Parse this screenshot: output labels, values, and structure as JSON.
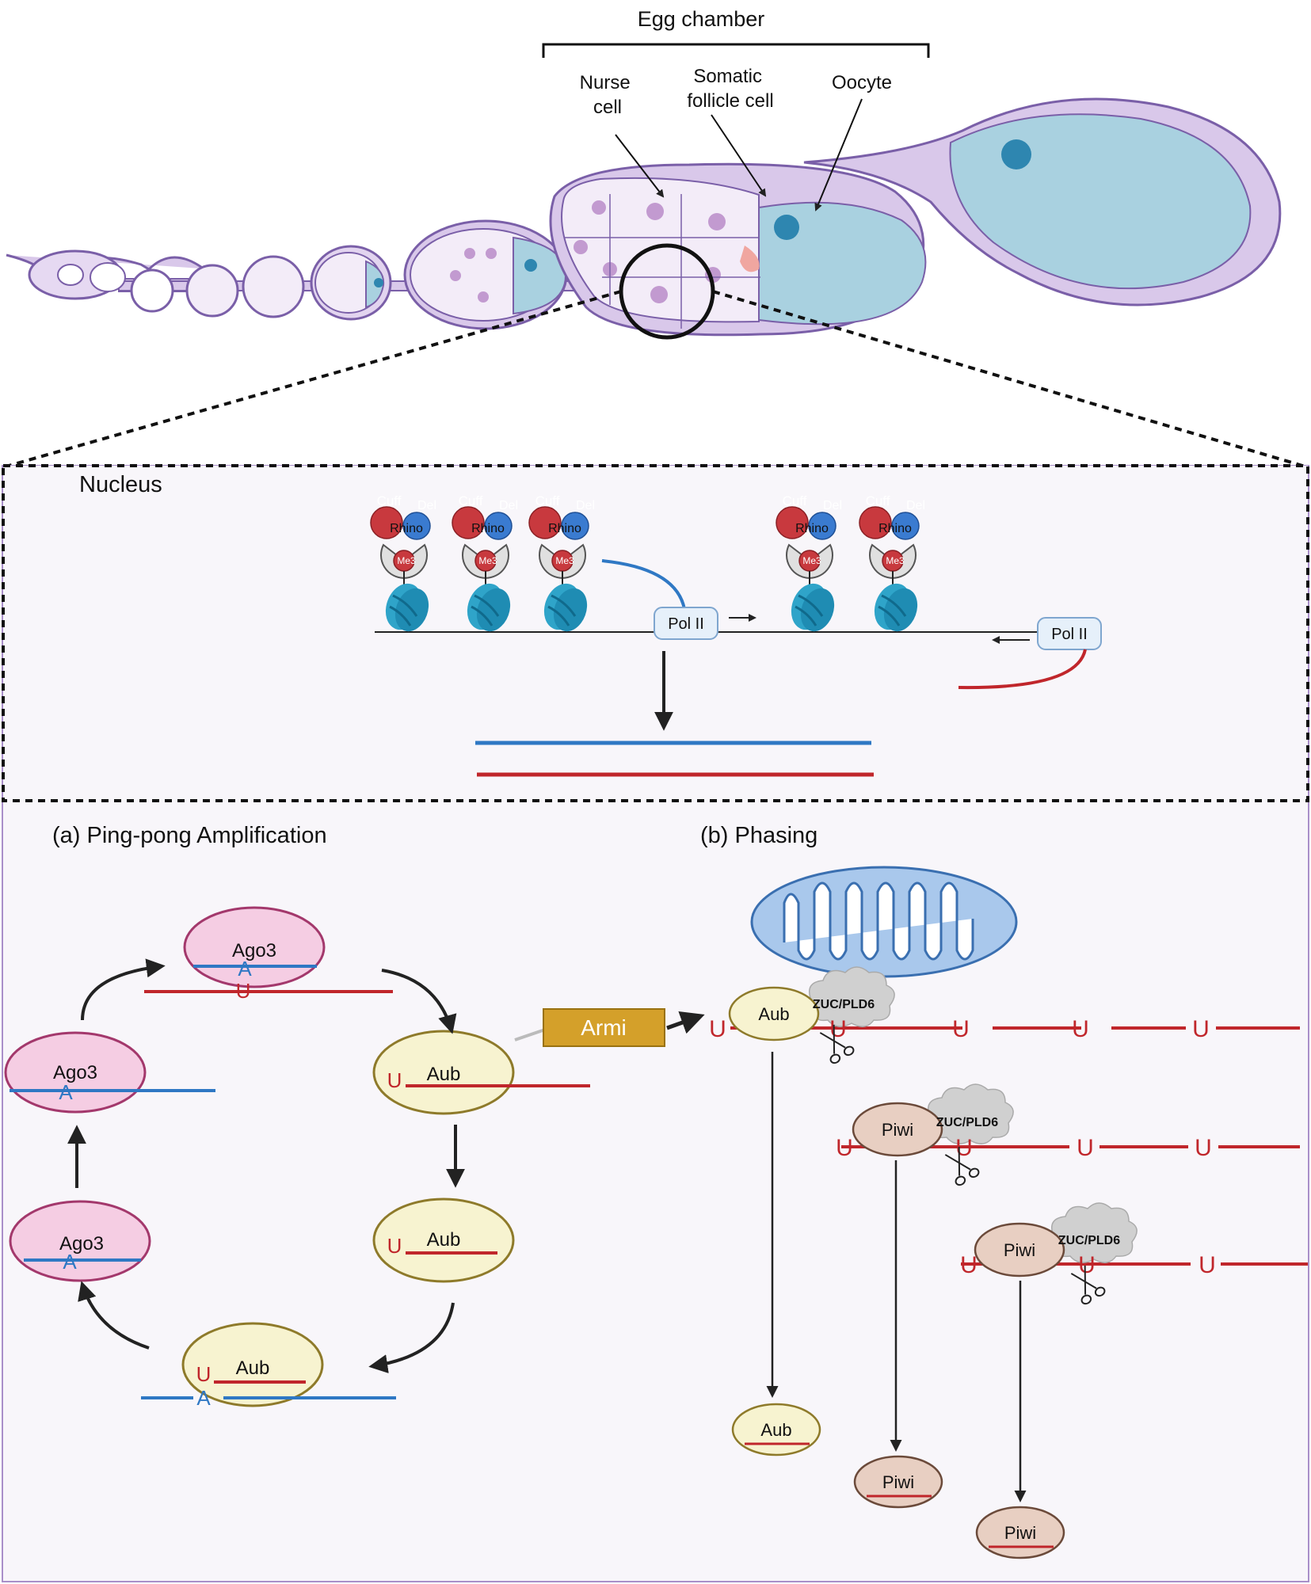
{
  "labels": {
    "egg_chamber": "Egg chamber",
    "nurse_cell": [
      "Nurse",
      "cell"
    ],
    "somatic_follicle_cell": [
      "Somatic",
      "follicle cell"
    ],
    "oocyte": "Oocyte",
    "nucleus": "Nucleus",
    "ping_pong": "(a) Ping-pong Amplification",
    "phasing": "(b) Phasing"
  },
  "proteins": {
    "cuff": "Cuff",
    "del": "Del",
    "rhino": "Rhino",
    "me3": "Me3",
    "pol2": "Pol II",
    "ago3": "Ago3",
    "aub": "Aub",
    "piwi": "Piwi",
    "armi": "Armi",
    "zuc": "ZUC/PLD6"
  },
  "nucleotides": {
    "u": "U",
    "a": "A"
  },
  "colors": {
    "sense_strand": "#2f78c4",
    "antisense_strand": "#c0262b",
    "ago3_fill": "#f5cde3",
    "aub_fill": "#f7f3d0",
    "piwi_fill": "#e8cfc2",
    "egg_outline": "#7a5fa8",
    "oocyte_fill": "#a9d1e0",
    "armi_fill": "#d4a02a",
    "panel_border": "#a98fc9",
    "panel_bg": "#f8f6fa"
  }
}
